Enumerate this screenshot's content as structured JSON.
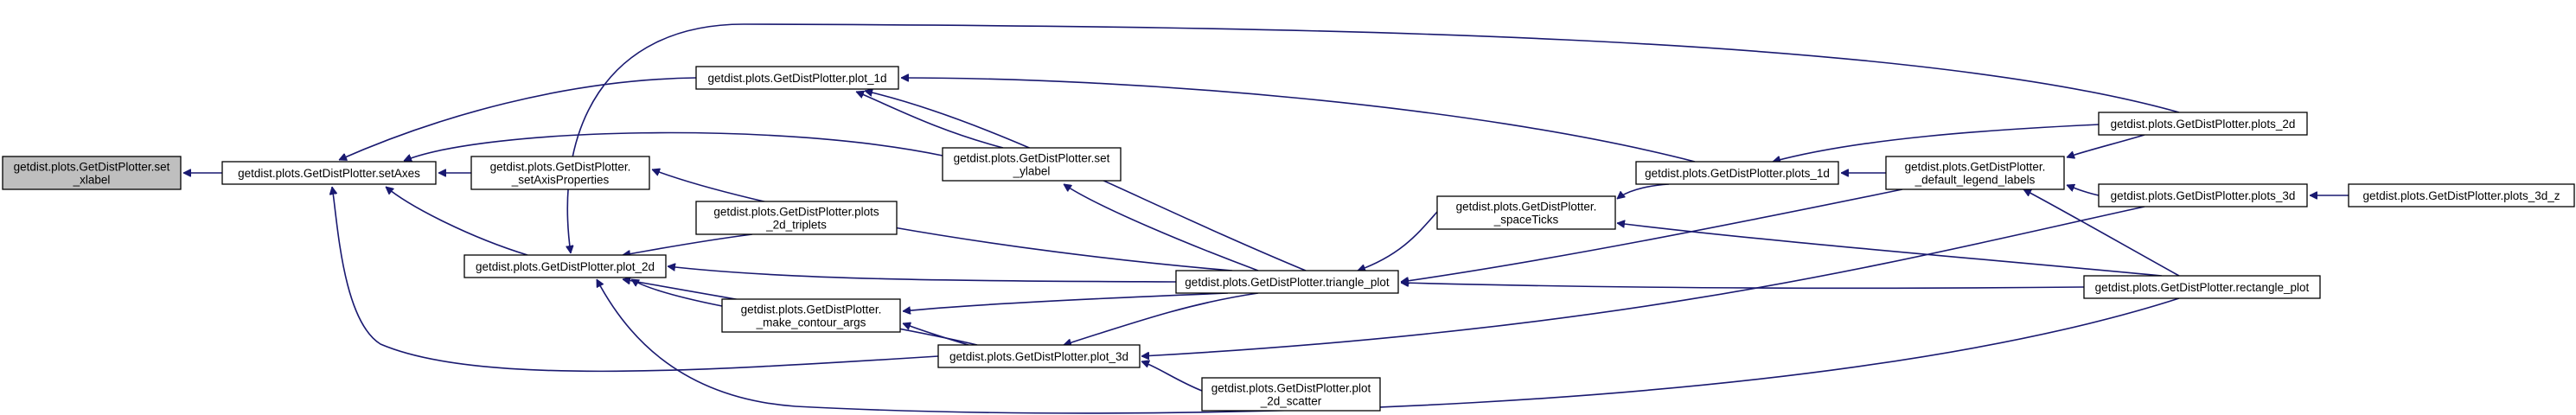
{
  "colors": {
    "edge": "#191970",
    "node_border": "#000000",
    "highlight_fill": "#bfbfbf",
    "background": "#ffffff"
  },
  "nodes": [
    {
      "id": "set_xlabel",
      "lines": [
        "getdist.plots.GetDistPlotter.set",
        "_xlabel"
      ],
      "highlight": true
    },
    {
      "id": "setAxes",
      "lines": [
        "getdist.plots.GetDistPlotter.setAxes"
      ]
    },
    {
      "id": "setAxisProperties",
      "lines": [
        "getdist.plots.GetDistPlotter.",
        "_setAxisProperties"
      ]
    },
    {
      "id": "plot_1d",
      "lines": [
        "getdist.plots.GetDistPlotter.plot_1d"
      ]
    },
    {
      "id": "set_ylabel",
      "lines": [
        "getdist.plots.GetDistPlotter.set",
        "_ylabel"
      ]
    },
    {
      "id": "plots_2d_triplets",
      "lines": [
        "getdist.plots.GetDistPlotter.plots",
        "_2d_triplets"
      ]
    },
    {
      "id": "plot_2d",
      "lines": [
        "getdist.plots.GetDistPlotter.plot_2d"
      ]
    },
    {
      "id": "make_contour_args",
      "lines": [
        "getdist.plots.GetDistPlotter.",
        "_make_contour_args"
      ]
    },
    {
      "id": "plot_2d_scatter",
      "lines": [
        "getdist.plots.GetDistPlotter.plot",
        "_2d_scatter"
      ]
    },
    {
      "id": "plot_3d",
      "lines": [
        "getdist.plots.GetDistPlotter.plot_3d"
      ]
    },
    {
      "id": "triangle_plot",
      "lines": [
        "getdist.plots.GetDistPlotter.triangle_plot"
      ]
    },
    {
      "id": "spaceTicks",
      "lines": [
        "getdist.plots.GetDistPlotter.",
        "_spaceTicks"
      ]
    },
    {
      "id": "plots_1d",
      "lines": [
        "getdist.plots.GetDistPlotter.plots_1d"
      ]
    },
    {
      "id": "default_legend_labels",
      "lines": [
        "getdist.plots.GetDistPlotter.",
        "_default_legend_labels"
      ]
    },
    {
      "id": "plots_2d",
      "lines": [
        "getdist.plots.GetDistPlotter.plots_2d"
      ]
    },
    {
      "id": "plots_3d",
      "lines": [
        "getdist.plots.GetDistPlotter.plots_3d"
      ]
    },
    {
      "id": "rectangle_plot",
      "lines": [
        "getdist.plots.GetDistPlotter.rectangle_plot"
      ]
    },
    {
      "id": "plots_3d_z",
      "lines": [
        "getdist.plots.GetDistPlotter.plots_3d_z"
      ]
    }
  ],
  "edges": [
    {
      "from": "setAxes",
      "to": "set_xlabel"
    },
    {
      "from": "setAxisProperties",
      "to": "setAxes"
    },
    {
      "from": "plot_1d",
      "to": "setAxes"
    },
    {
      "from": "set_ylabel",
      "to": "setAxes"
    },
    {
      "from": "plot_2d",
      "to": "setAxes"
    },
    {
      "from": "plot_3d",
      "to": "setAxes"
    },
    {
      "from": "triangle_plot",
      "to": "setAxisProperties"
    },
    {
      "from": "triangle_plot",
      "to": "plot_1d"
    },
    {
      "from": "set_ylabel",
      "to": "plot_1d"
    },
    {
      "from": "plots_1d",
      "to": "plot_1d"
    },
    {
      "from": "triangle_plot",
      "to": "set_ylabel"
    },
    {
      "from": "plots_2d_triplets",
      "to": "plot_2d"
    },
    {
      "from": "make_contour_args",
      "to": "plot_2d"
    },
    {
      "from": "plot_3d",
      "to": "plot_2d"
    },
    {
      "from": "triangle_plot",
      "to": "plot_2d"
    },
    {
      "from": "plots_2d",
      "to": "plot_2d"
    },
    {
      "from": "rectangle_plot",
      "to": "plot_2d"
    },
    {
      "from": "plot_3d",
      "to": "make_contour_args"
    },
    {
      "from": "triangle_plot",
      "to": "make_contour_args"
    },
    {
      "from": "plot_2d_scatter",
      "to": "plot_3d"
    },
    {
      "from": "triangle_plot",
      "to": "plot_3d"
    },
    {
      "from": "plots_3d",
      "to": "plot_3d"
    },
    {
      "from": "spaceTicks",
      "to": "triangle_plot"
    },
    {
      "from": "default_legend_labels",
      "to": "triangle_plot"
    },
    {
      "from": "rectangle_plot",
      "to": "triangle_plot"
    },
    {
      "from": "plots_1d",
      "to": "spaceTicks"
    },
    {
      "from": "rectangle_plot",
      "to": "spaceTicks"
    },
    {
      "from": "default_legend_labels",
      "to": "plots_1d"
    },
    {
      "from": "plots_2d",
      "to": "plots_1d"
    },
    {
      "from": "plots_2d",
      "to": "default_legend_labels"
    },
    {
      "from": "plots_3d",
      "to": "default_legend_labels"
    },
    {
      "from": "rectangle_plot",
      "to": "default_legend_labels"
    },
    {
      "from": "plots_3d_z",
      "to": "plots_3d"
    }
  ]
}
